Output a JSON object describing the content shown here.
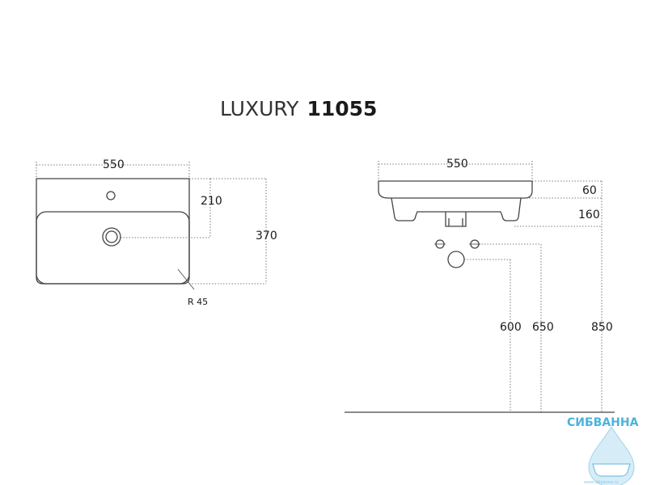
{
  "title": {
    "series": "LUXURY",
    "model": "11055"
  },
  "top_view": {
    "width": "550",
    "depth": "370",
    "drain_offset": "210",
    "corner_radius": "R 45"
  },
  "side_view": {
    "width": "550",
    "rim_height": "60",
    "body_height": "160",
    "waste_height": "600",
    "supply_height": "650",
    "install_height": "850"
  },
  "watermark": {
    "brand": "СИБВАННА",
    "site": "www.sibvanna.ru"
  }
}
